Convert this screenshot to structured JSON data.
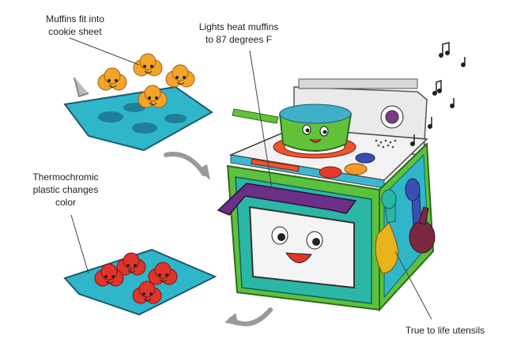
{
  "annotations": {
    "muffins": "Muffins fit into\ncookie sheet",
    "lights": "Lights heat muffins\nto 87 degrees F",
    "thermochromic": "Thermochromic\nplastic changes\ncolor",
    "utensils": "True to life utensils"
  },
  "colors": {
    "tray": "#2fb6c9",
    "muffin_cold": "#f3a52a",
    "muffin_hot": "#e0352b",
    "oven_teal": "#2bb7a6",
    "oven_green": "#5cc23c",
    "handle_purple": "#6b2f86",
    "pot_green": "#62c23a",
    "utensil_yellow": "#e9b31c",
    "utensil_plum": "#7b2740"
  },
  "icons": [
    "music-note-icon",
    "curved-arrow-icon",
    "down-arrow-icon"
  ]
}
